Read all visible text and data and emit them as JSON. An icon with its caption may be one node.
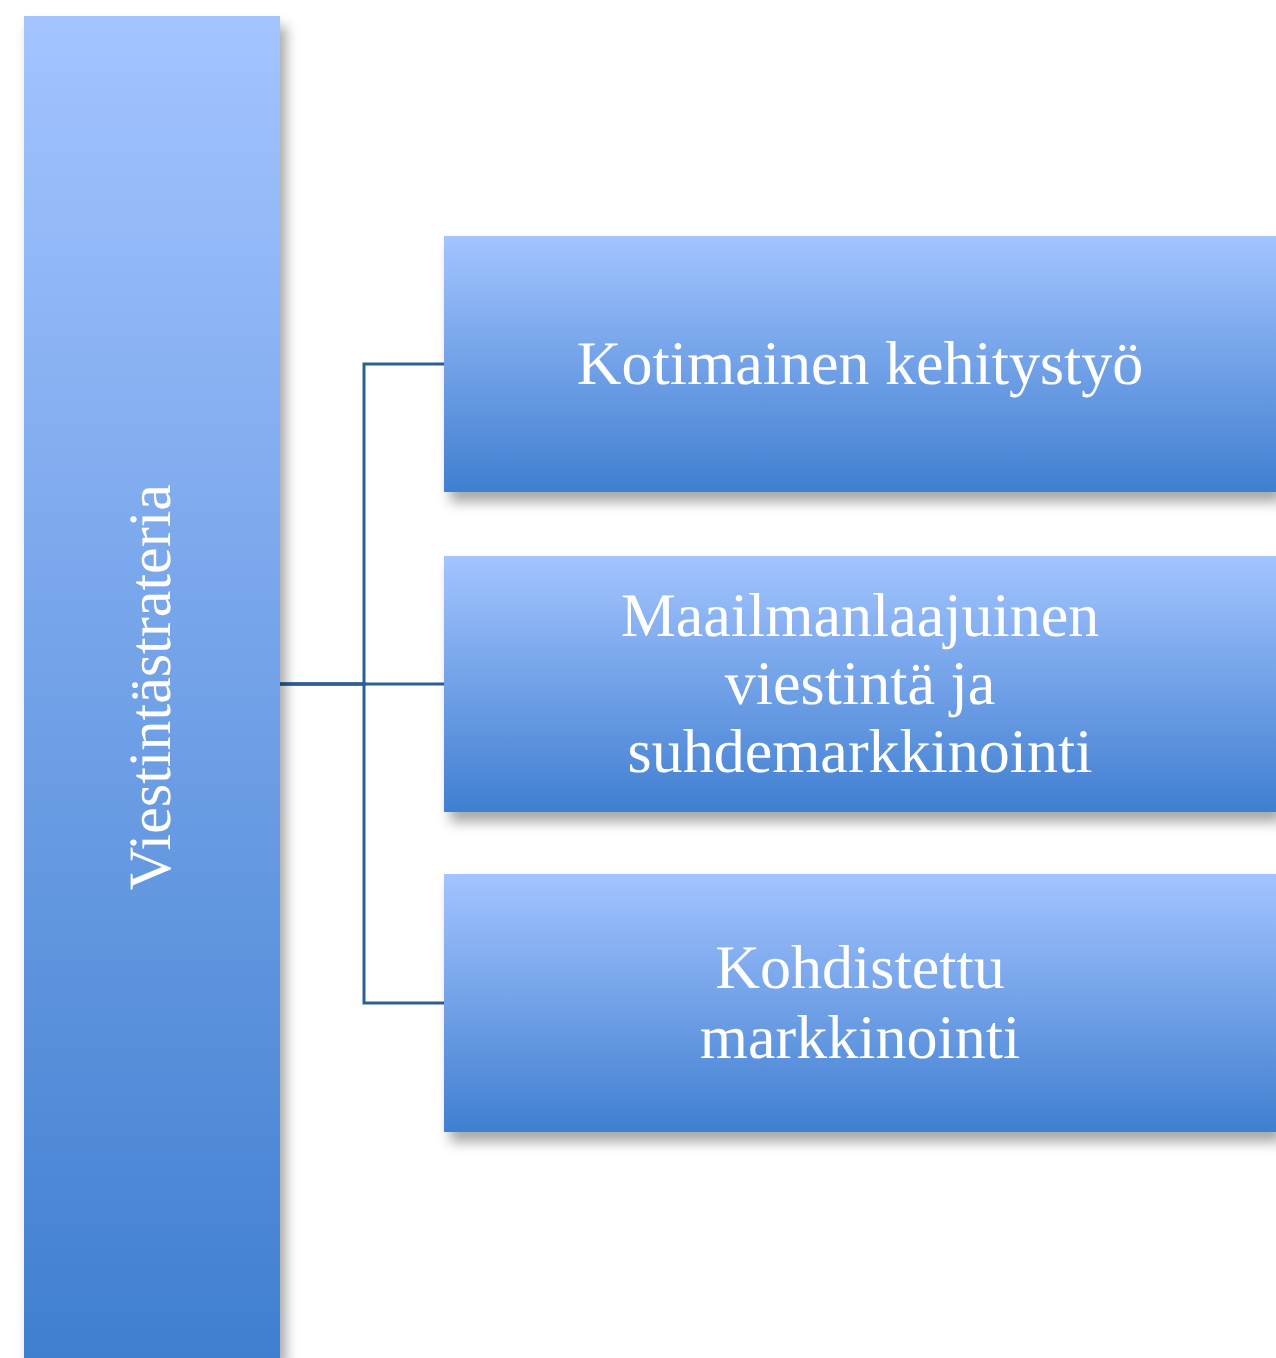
{
  "diagram": {
    "nodes": [
      {
        "text": [
          "Viestintästrateria"
        ]
      },
      {
        "text": [
          "Kotimainen kehitystyö"
        ]
      },
      {
        "text": [
          "Maailmanlaajuinen viestintä ja suhdemarkkinointi"
        ]
      },
      {
        "text": [
          "Kohdistettu markkinointi"
        ]
      }
    ],
    "edges": [
      {
        "from": 0,
        "to": 1,
        "arrow": "none"
      },
      {
        "from": 0,
        "to": 2,
        "arrow": "none"
      },
      {
        "from": 0,
        "to": 3,
        "arrow": "none"
      }
    ]
  }
}
